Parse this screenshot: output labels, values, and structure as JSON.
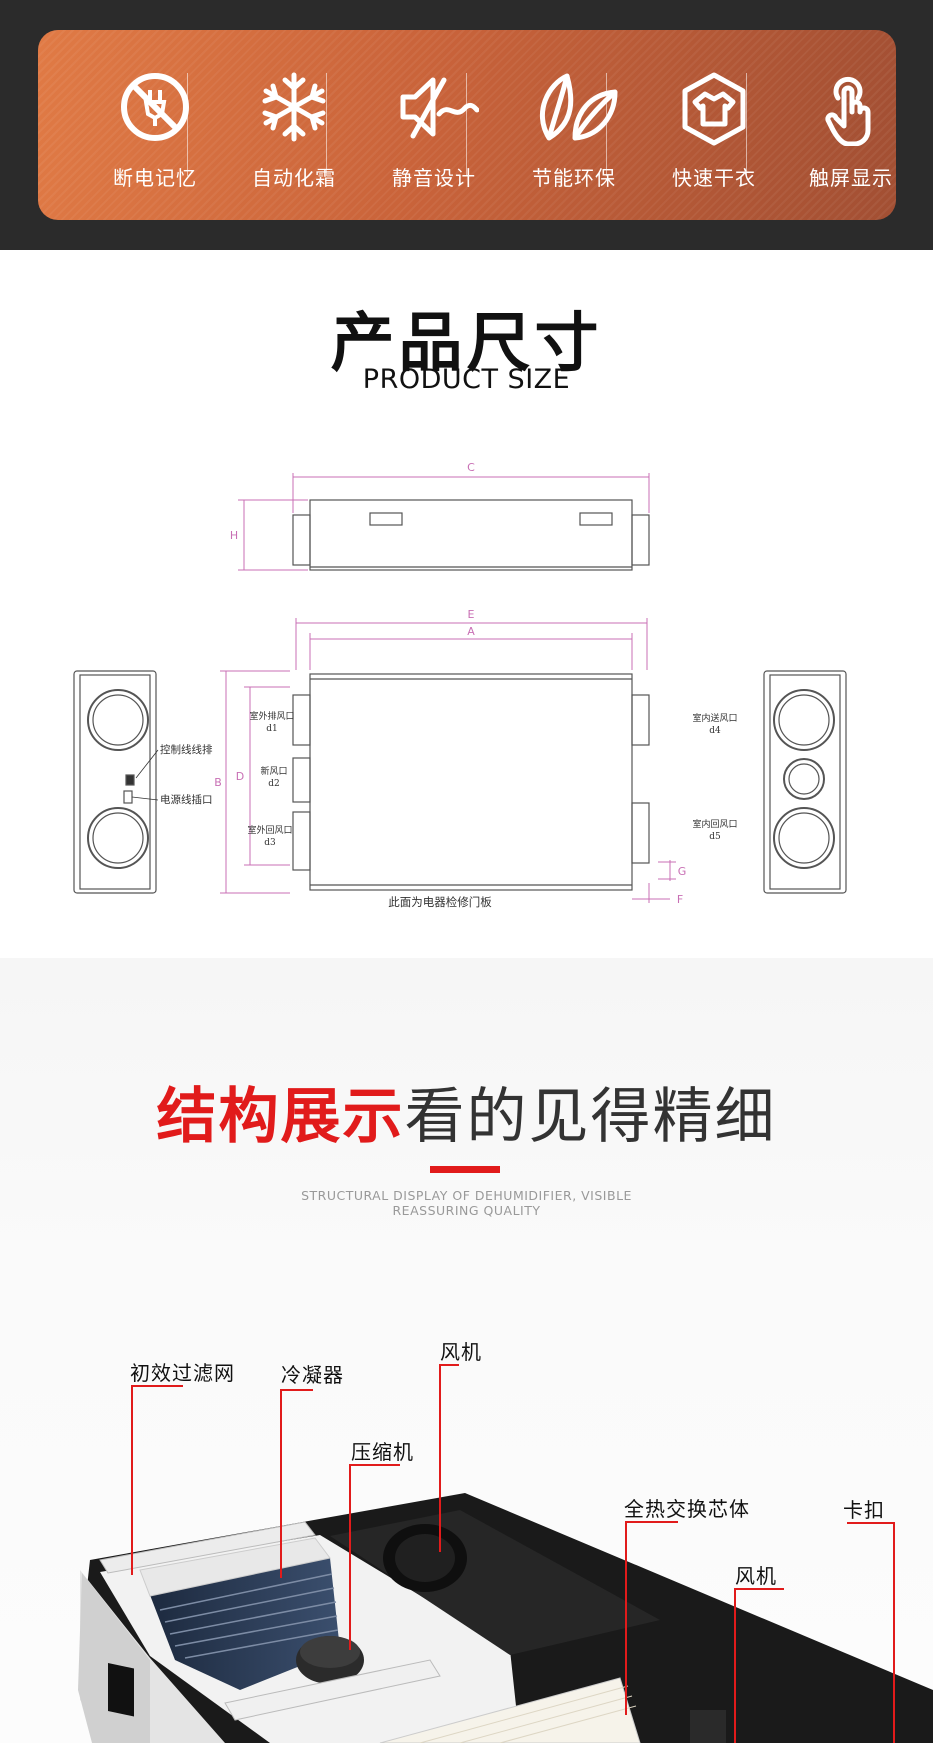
{
  "features": [
    {
      "icon": "power-off-memory-icon",
      "label": "断电记忆"
    },
    {
      "icon": "snowflake-icon",
      "label": "自动化霜"
    },
    {
      "icon": "mute-icon",
      "label": "静音设计"
    },
    {
      "icon": "leaf-icon",
      "label": "节能环保"
    },
    {
      "icon": "tshirt-icon",
      "label": "快速干衣"
    },
    {
      "icon": "touch-icon",
      "label": "触屏显示"
    }
  ],
  "size_section": {
    "title": "产品尺寸",
    "subtitle": "PRODUCT SIZE"
  },
  "diagram": {
    "labels": {
      "C": "C",
      "H": "H",
      "E": "E",
      "A": "A",
      "B": "B",
      "D": "D",
      "G": "G",
      "F": "F"
    },
    "port_d1": {
      "name": "室外排风口",
      "code": "d1"
    },
    "port_d2": {
      "name": "新风口",
      "code": "d2"
    },
    "port_d3": {
      "name": "室外回风口",
      "code": "d3"
    },
    "port_d4": {
      "name": "室内送风口",
      "code": "d4"
    },
    "port_d5": {
      "name": "室内回风口",
      "code": "d5"
    },
    "control_line": "控制线线排",
    "power_socket": "电源线插口",
    "panel_note": "此面为电器检修门板"
  },
  "structure_section": {
    "title_red": "结构展示",
    "title_gray": "看的见得精细",
    "subtitle_line1": "STRUCTURAL DISPLAY OF DEHUMIDIFIER, VISIBLE",
    "subtitle_line2": "REASSURING QUALITY"
  },
  "callouts": {
    "filter": "初效过滤网",
    "condenser": "冷凝器",
    "fan_top": "风机",
    "compressor": "压缩机",
    "heat_core": "全热交换芯体",
    "clip": "卡扣",
    "fan_right": "风机"
  },
  "colors": {
    "accent_red": "#e11b1b",
    "feature_orange": "#d2693c",
    "dim_pink": "#c86fb4"
  }
}
